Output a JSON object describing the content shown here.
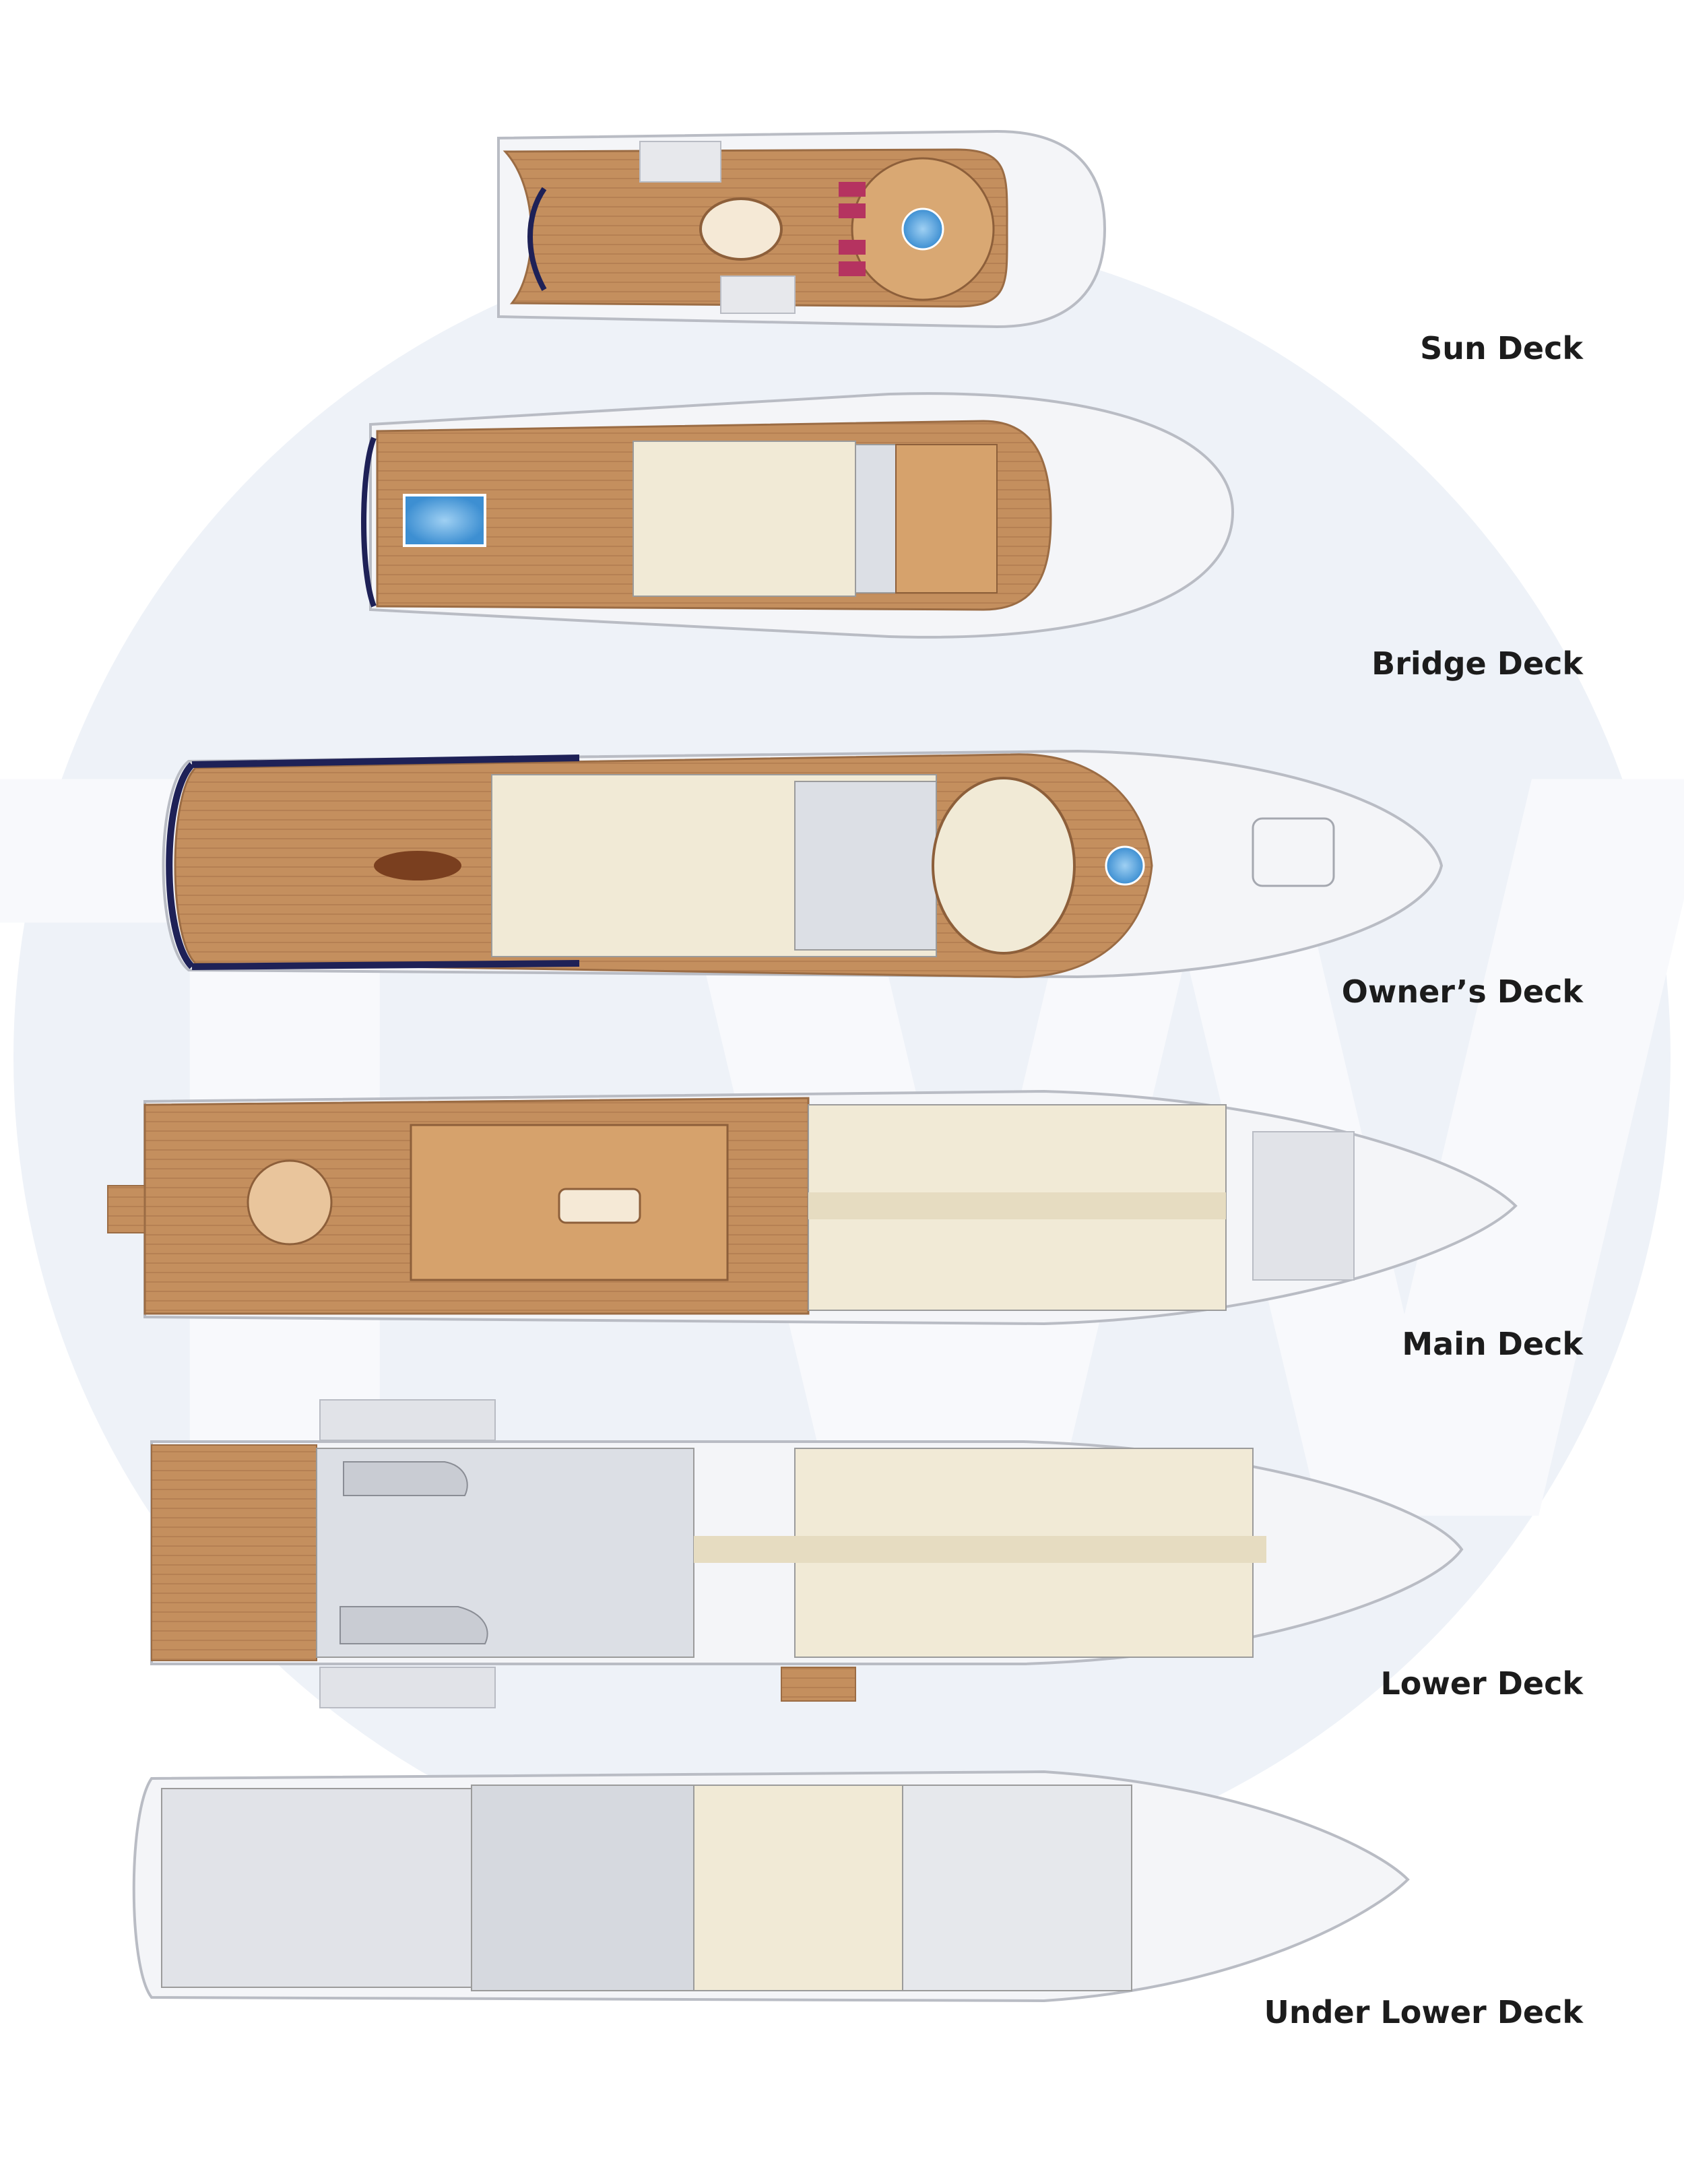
{
  "watermark": {
    "text": "TW",
    "color": "#e9eef6"
  },
  "colors": {
    "teak": "#c48f5e",
    "teak_dark": "#a8744a",
    "hull": "#f3f4f7",
    "hull_stroke": "#b9bcc4",
    "interior": "#f1ead6",
    "service": "#dcdfe5",
    "navy": "#1e2157",
    "pool": "#5aa6e0"
  },
  "decks": [
    {
      "id": "sun",
      "label": "Sun Deck"
    },
    {
      "id": "bridge",
      "label": "Bridge Deck"
    },
    {
      "id": "owner",
      "label": "Owner’s Deck"
    },
    {
      "id": "main",
      "label": "Main Deck"
    },
    {
      "id": "lower",
      "label": "Lower Deck"
    },
    {
      "id": "under",
      "label": "Under Lower Deck"
    }
  ]
}
